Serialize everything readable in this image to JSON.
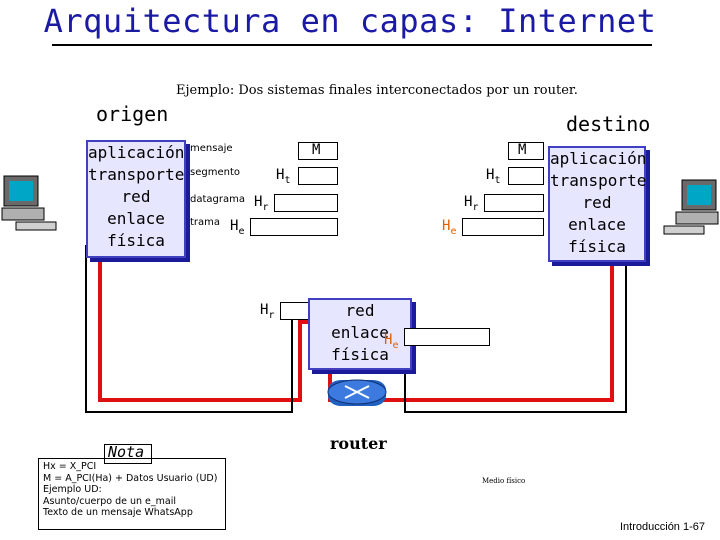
{
  "title": "Arquitectura en capas: Internet",
  "subtitle": "Ejemplo: Dos sistemas finales interconectados por un router.",
  "source": {
    "label": "origen",
    "layers": [
      "aplicación",
      "transporte",
      "red",
      "enlace",
      "física"
    ]
  },
  "destination": {
    "label": "destino",
    "layers": [
      "aplicación",
      "transporte",
      "red",
      "enlace",
      "física"
    ]
  },
  "pdu_labels": {
    "message": "mensaje",
    "segment": "segmento",
    "datagram": "datagrama",
    "frame": "trama"
  },
  "headers": {
    "message": "M",
    "transport": "Ht",
    "network": "Hr",
    "link": "He"
  },
  "router": {
    "layers": [
      "red",
      "enlace",
      "física"
    ],
    "label": "router"
  },
  "medium_label": "Medio físico",
  "note": {
    "label": "Nota",
    "lines": [
      "Hx = X_PCI",
      "M = A_PCI(Ha) + Datos Usuario (UD)",
      "Ejemplo UD:",
      "Asunto/cuerpo de un e_mail",
      "Texto de un mensaje WhatsApp"
    ]
  },
  "footer": "Introducción 1-67",
  "colors": {
    "title": "#1a1aa6",
    "stack_fill": "#e6e6ff",
    "stack_border": "#4040c0",
    "path_red": "#e01010",
    "path_black": "#000000"
  }
}
